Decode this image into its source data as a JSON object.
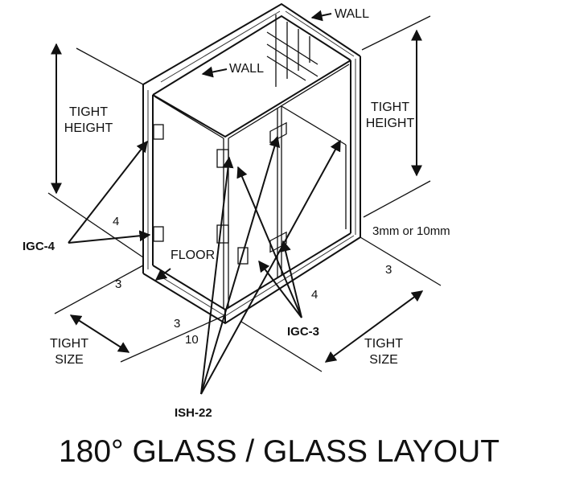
{
  "labels": {
    "wall_top": "WALL",
    "wall_inner": "WALL",
    "tight_height_left": [
      "TIGHT",
      "HEIGHT"
    ],
    "tight_height_right": [
      "TIGHT",
      "HEIGHT"
    ],
    "floor": "FLOOR",
    "igc4": "IGC-4",
    "igc3": "IGC-3",
    "ish22": "ISH-22",
    "gap_note": "3mm or 10mm",
    "tight_size_left": [
      "TIGHT",
      "SIZE"
    ],
    "tight_size_right": [
      "TIGHT",
      "SIZE"
    ],
    "dim_4_left": "4",
    "dim_3_left": "3",
    "dim_3_bottom": "3",
    "dim_10_bottom": "10",
    "dim_4_center": "4",
    "dim_3_right": "3"
  },
  "title": "180° GLASS / GLASS LAYOUT"
}
